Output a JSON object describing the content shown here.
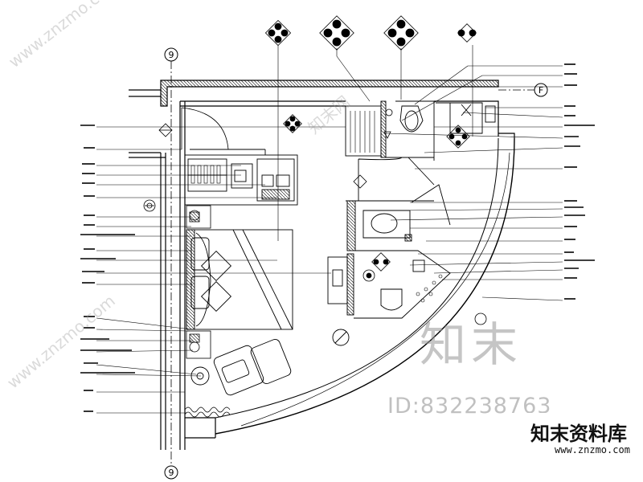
{
  "grid_markers": {
    "top": "9",
    "bottom": "9",
    "right": "F"
  },
  "watermark": {
    "title": "知末",
    "id_label": "ID:832238763"
  },
  "brand": {
    "title": "知末资料库",
    "url": "www.znzmo.com"
  },
  "diagonal_watermarks": [
    "www.znzmo.com",
    "www.znzmo.com",
    "知末网"
  ],
  "colors": {
    "line": "#000000",
    "watermark": "#969696",
    "background": "#ffffff"
  }
}
